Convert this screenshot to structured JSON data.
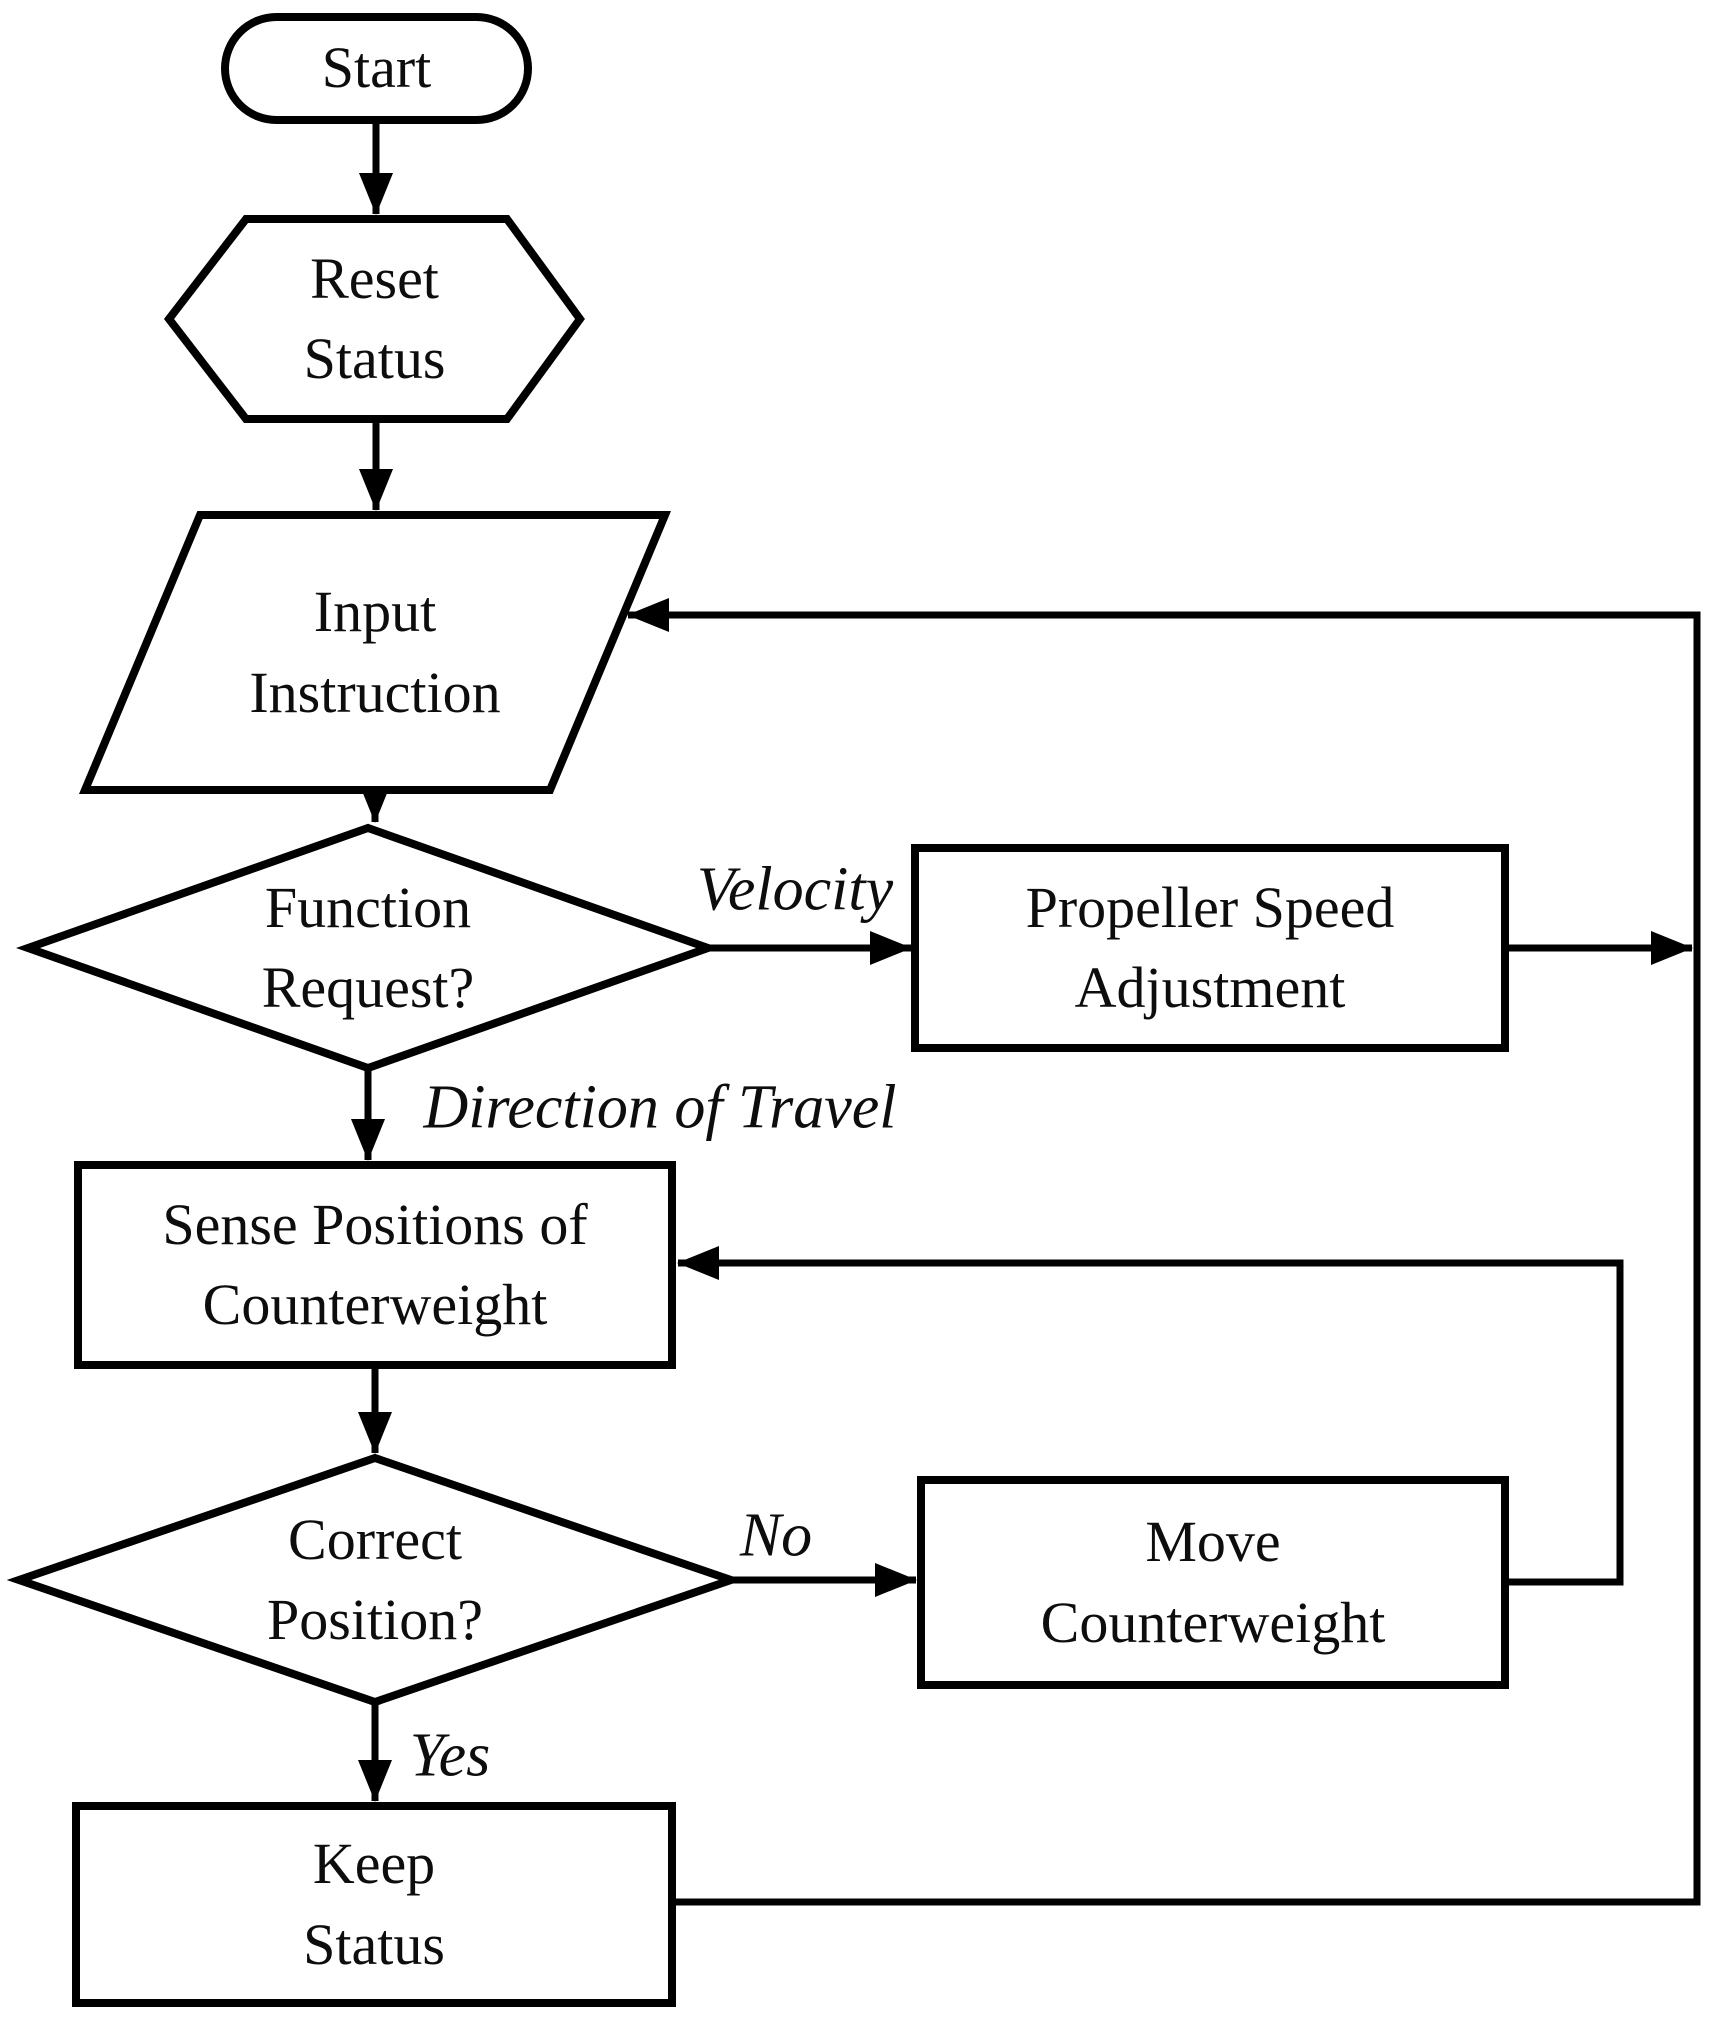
{
  "diagram": {
    "title": "flowchart",
    "background_color": "#ffffff",
    "stroke_color": "#000000",
    "text_color": "#0d0d0d",
    "nodes": {
      "start": {
        "shape": "stadium",
        "label": "Start"
      },
      "reset_status": {
        "shape": "hexagon",
        "label": "Reset\nStatus"
      },
      "input_instruction": {
        "shape": "parallelogram",
        "label": "Input\nInstruction"
      },
      "function_request": {
        "shape": "diamond",
        "label": "Function\nRequest?"
      },
      "propeller_speed": {
        "shape": "rectangle",
        "label": "Propeller Speed\nAdjustment"
      },
      "sense_positions": {
        "shape": "rectangle",
        "label": "Sense Positions of\nCounterweight"
      },
      "correct_position": {
        "shape": "diamond",
        "label": "Correct\nPosition?"
      },
      "move_counterweight": {
        "shape": "rectangle",
        "label": "Move\nCounterweight"
      },
      "keep_status": {
        "shape": "rectangle",
        "label": "Keep\nStatus"
      }
    },
    "edge_labels": {
      "velocity": "Velocity",
      "direction_of_travel": "Direction of Travel",
      "no": "No",
      "yes": "Yes"
    }
  }
}
